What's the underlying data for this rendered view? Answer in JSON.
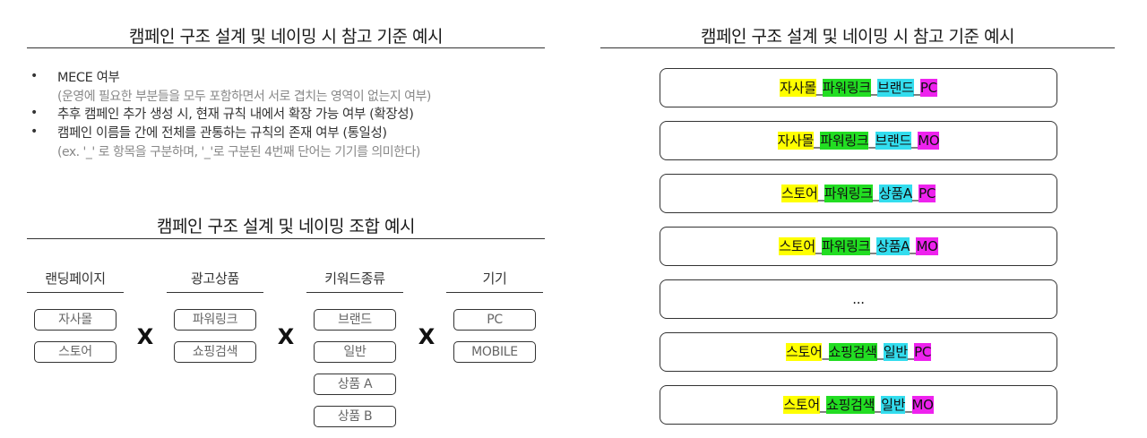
{
  "left": {
    "title": "캠페인 구조 설계 및 네이밍 시 참고 기준 예시",
    "criteria": [
      {
        "main": "MECE 여부",
        "sub": "(운영에 필요한 부분들을 모두 포함하면서 서로 겹치는 영역이 없는지 여부)"
      },
      {
        "main": "추후 캠페인 추가 생성 시, 현재 규칙 내에서 확장 가능 여부 (확장성)",
        "sub": ""
      },
      {
        "main": "캠페인 이름들 간에 전체를 관통하는 규칙의 존재 여부 (통일성)",
        "sub": "(ex. '_' 로 항목을 구분하며, '_'로  구분된 4번째 단어는 기기를 의미한다)"
      }
    ],
    "bullet": "•",
    "combo_title": "캠페인 구조 설계 및 네이밍 조합 예시",
    "columns": [
      {
        "header": "랜딩페이지",
        "items": [
          "자사몰",
          "스토어"
        ]
      },
      {
        "header": "광고상품",
        "items": [
          "파워링크",
          "쇼핑검색"
        ]
      },
      {
        "header": "키워드종류",
        "items": [
          "브랜드",
          "일반",
          "상품 A",
          "상품 B"
        ]
      },
      {
        "header": "기기",
        "items": [
          "PC",
          "MOBILE"
        ]
      }
    ],
    "times_symbol": "X"
  },
  "right": {
    "title": "캠페인 구조 설계 및 네이밍 시 참고 기준 예시",
    "separator": "_",
    "names": [
      {
        "parts": [
          "자사몰",
          "파워링크",
          "브랜드",
          "PC"
        ]
      },
      {
        "parts": [
          "자사몰",
          "파워링크",
          "브랜드",
          "MO"
        ]
      },
      {
        "parts": [
          "스토어",
          "파워링크",
          "상품A",
          "PC"
        ]
      },
      {
        "parts": [
          "스토어",
          "파워링크",
          "상품A",
          "MO"
        ]
      },
      {
        "ellipsis": "..."
      },
      {
        "parts": [
          "스토어",
          "쇼핑검색",
          "일반",
          "PC"
        ]
      },
      {
        "parts": [
          "스토어",
          "쇼핑검색",
          "일반",
          "MO"
        ]
      }
    ]
  },
  "colors": {
    "landing": "#ffff00",
    "product": "#22dd22",
    "keyword": "#33ddee",
    "device": "#ee22ee"
  }
}
